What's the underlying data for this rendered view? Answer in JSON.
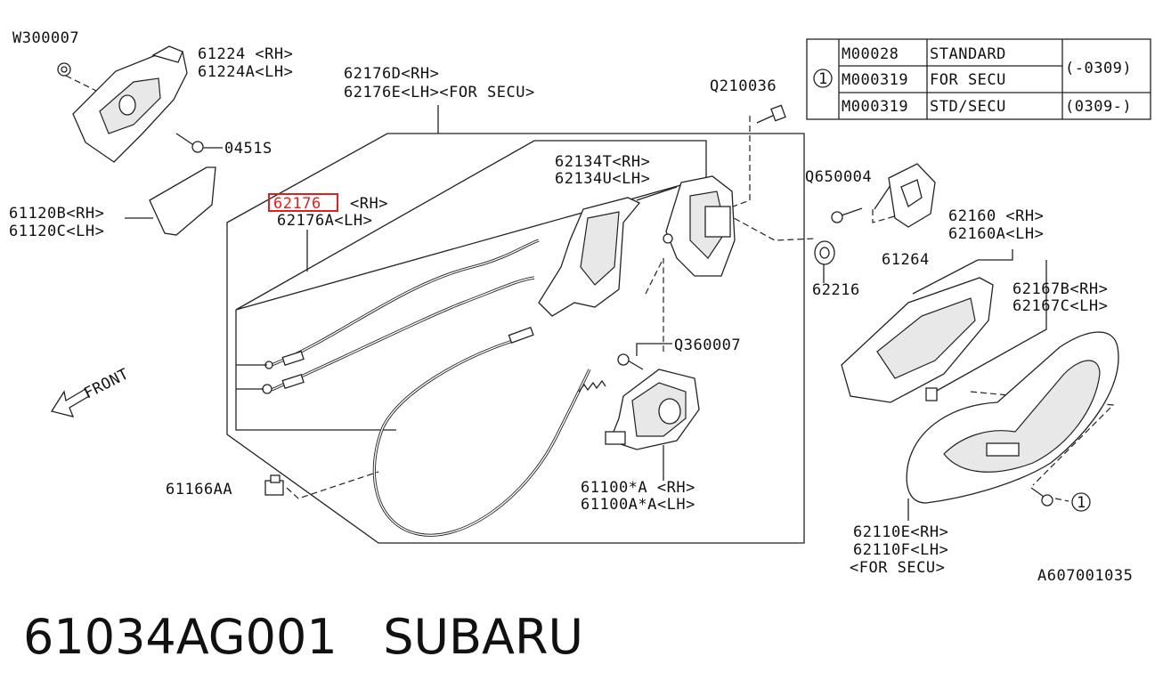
{
  "callouts": {
    "w300007": "W300007",
    "p61224": "61224 <RH>",
    "p61224a": "61224A<LH>",
    "p62176d": "62176D<RH>",
    "p62176e": "62176E<LH><FOR SECU>",
    "q210036": "Q210036",
    "s0451": "0451S",
    "p61120b": "61120B<RH>",
    "p61120c": "61120C<LH>",
    "p62134t": "62134T<RH>",
    "p62134u": "62134U<LH>",
    "q650004": "Q650004",
    "p62176": "62176",
    "p62176rh": "<RH>",
    "p62176a": "62176A<LH>",
    "p61264": "61264",
    "p62160": "62160 <RH>",
    "p62160a": "62160A<LH>",
    "p62216": "62216",
    "p62167b": "62167B<RH>",
    "p62167c": "62167C<LH>",
    "q360007": "Q360007",
    "p61166aa": "61166AA",
    "p61100": "61100*A <RH>",
    "p61100a": "61100A*A<LH>",
    "p62110e": "62110E<RH>",
    "p62110f": "62110F<LH>",
    "p62110secu": "<FOR SECU>",
    "ref1": "1",
    "front": "FRONT",
    "drawing_code": "A607001035"
  },
  "table": {
    "marker": "1",
    "rows": [
      {
        "code": "M00028",
        "desc": "STANDARD"
      },
      {
        "code": "M000319",
        "desc": "FOR SECU"
      },
      {
        "code": "M000319",
        "desc": "STD/SECU"
      }
    ],
    "range1": "(-0309)",
    "range2": "(0309-)"
  },
  "colors": {
    "highlight": "#e02020"
  },
  "footer": {
    "part_number": "61034AG001",
    "brand": "SUBARU"
  }
}
